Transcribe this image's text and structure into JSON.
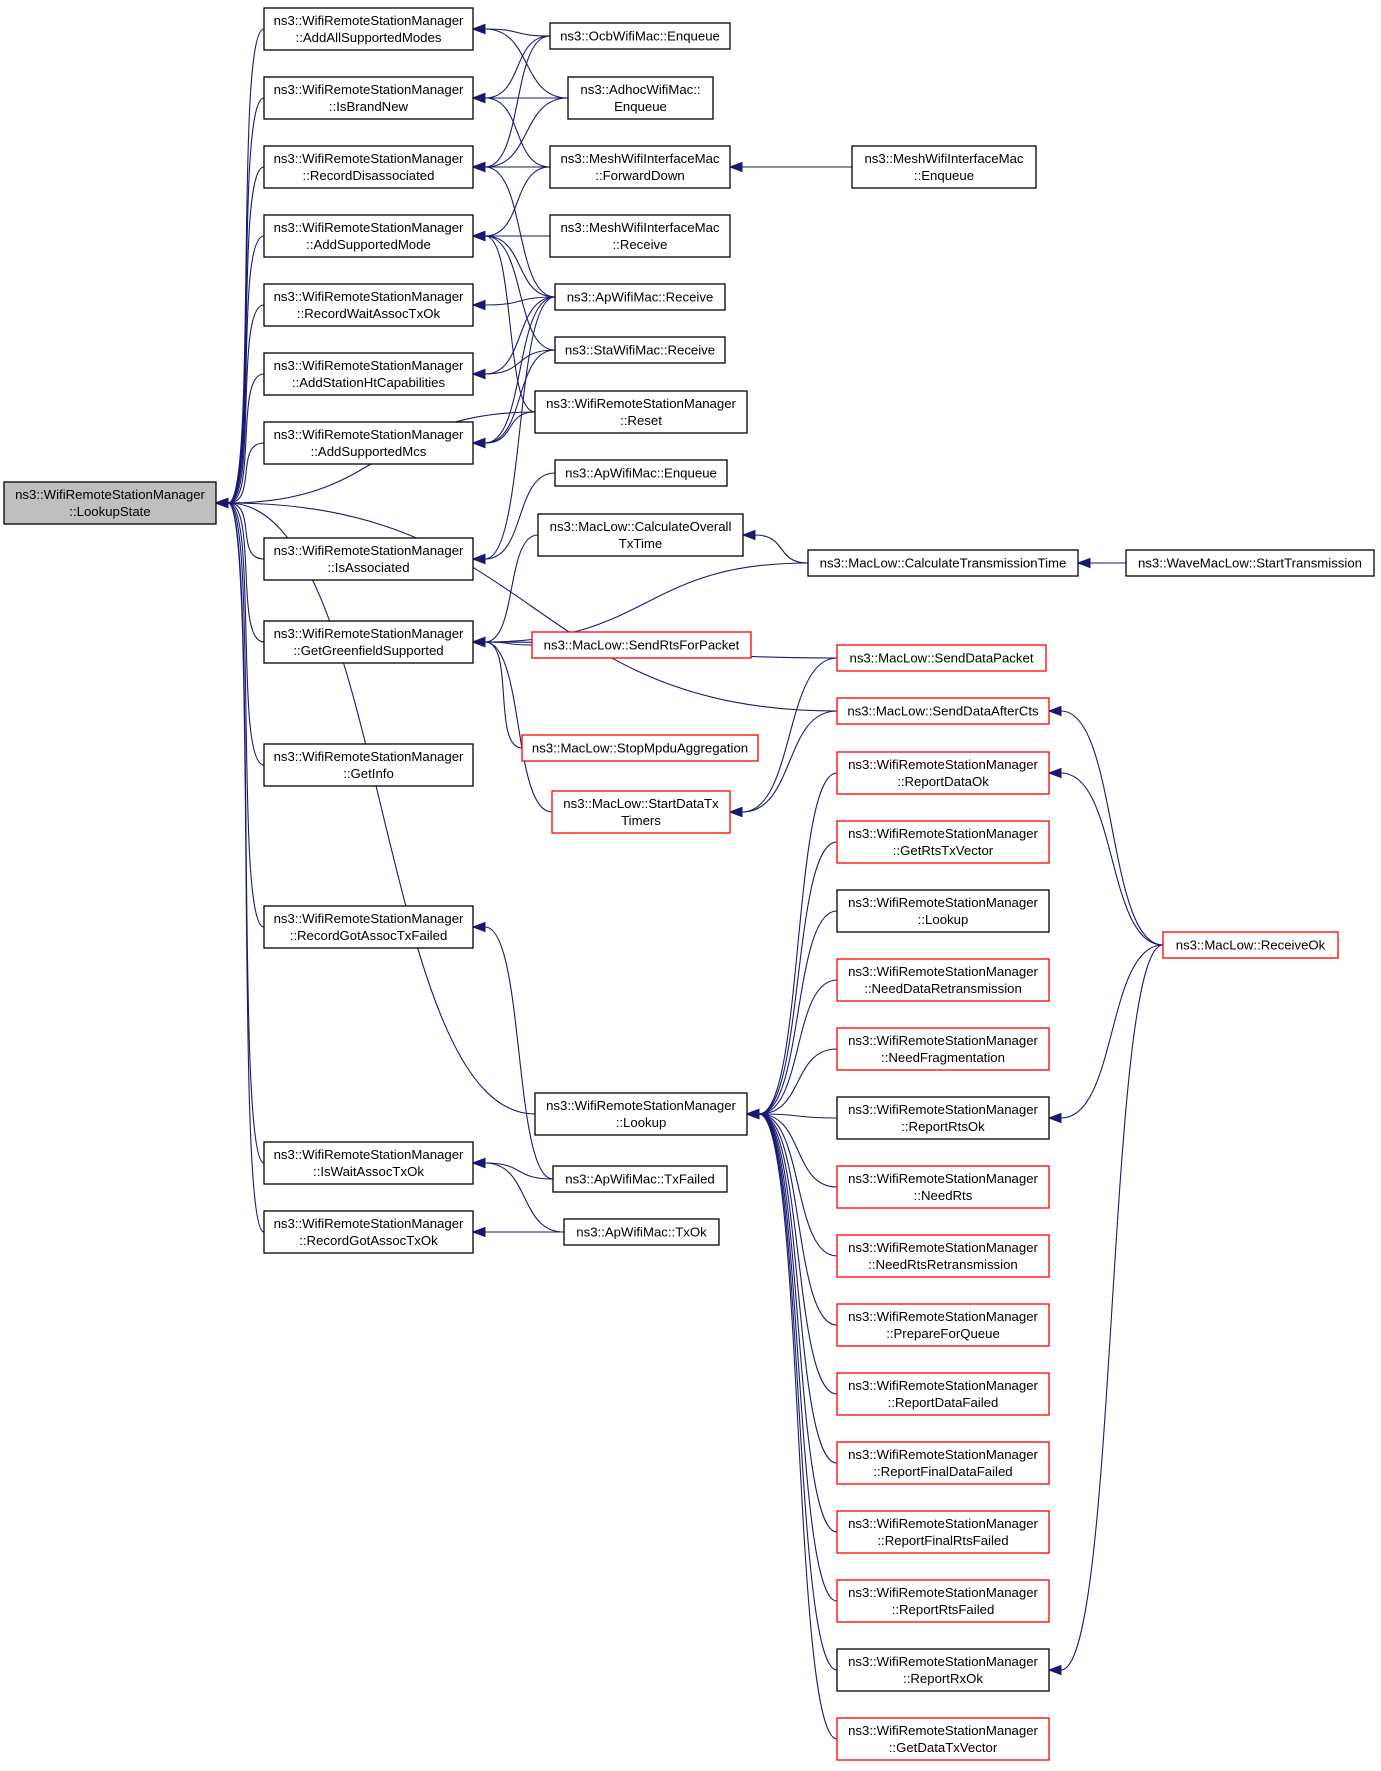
{
  "colors": {
    "edge": "#191970",
    "node_border_default": "#000000",
    "node_border_truncated": "#ff0000",
    "node_fill_root": "#bfbfbf",
    "node_fill": "#ffffff"
  },
  "nodes": [
    {
      "id": "root",
      "lines": [
        "ns3::WifiRemoteStationManager",
        "::LookupState"
      ],
      "root": true
    },
    {
      "id": "addAll",
      "lines": [
        "ns3::WifiRemoteStationManager",
        "::AddAllSupportedModes"
      ]
    },
    {
      "id": "isBrandNew",
      "lines": [
        "ns3::WifiRemoteStationManager",
        "::IsBrandNew"
      ]
    },
    {
      "id": "recDisassoc",
      "lines": [
        "ns3::WifiRemoteStationManager",
        "::RecordDisassociated"
      ]
    },
    {
      "id": "addMode",
      "lines": [
        "ns3::WifiRemoteStationManager",
        "::AddSupportedMode"
      ]
    },
    {
      "id": "recWait",
      "lines": [
        "ns3::WifiRemoteStationManager",
        "::RecordWaitAssocTxOk"
      ]
    },
    {
      "id": "addHt",
      "lines": [
        "ns3::WifiRemoteStationManager",
        "::AddStationHtCapabilities"
      ]
    },
    {
      "id": "addMcs",
      "lines": [
        "ns3::WifiRemoteStationManager",
        "::AddSupportedMcs"
      ]
    },
    {
      "id": "isAssoc",
      "lines": [
        "ns3::WifiRemoteStationManager",
        "::IsAssociated"
      ]
    },
    {
      "id": "getGreen",
      "lines": [
        "ns3::WifiRemoteStationManager",
        "::GetGreenfieldSupported"
      ]
    },
    {
      "id": "getInfo",
      "lines": [
        "ns3::WifiRemoteStationManager",
        "::GetInfo"
      ]
    },
    {
      "id": "recGotFailed",
      "lines": [
        "ns3::WifiRemoteStationManager",
        "::RecordGotAssocTxFailed"
      ]
    },
    {
      "id": "isWait",
      "lines": [
        "ns3::WifiRemoteStationManager",
        "::IsWaitAssocTxOk"
      ]
    },
    {
      "id": "recGotOk",
      "lines": [
        "ns3::WifiRemoteStationManager",
        "::RecordGotAssocTxOk"
      ]
    },
    {
      "id": "ocbEnq",
      "lines": [
        "ns3::OcbWifiMac::Enqueue"
      ]
    },
    {
      "id": "adhocEnq",
      "lines": [
        "ns3::AdhocWifiMac::",
        "Enqueue"
      ]
    },
    {
      "id": "meshFwd",
      "lines": [
        "ns3::MeshWifiInterfaceMac",
        "::ForwardDown"
      ]
    },
    {
      "id": "meshRecv",
      "lines": [
        "ns3::MeshWifiInterfaceMac",
        "::Receive"
      ]
    },
    {
      "id": "apRecv",
      "lines": [
        "ns3::ApWifiMac::Receive"
      ]
    },
    {
      "id": "staRecv",
      "lines": [
        "ns3::StaWifiMac::Receive"
      ]
    },
    {
      "id": "reset",
      "lines": [
        "ns3::WifiRemoteStationManager",
        "::Reset"
      ]
    },
    {
      "id": "apEnq",
      "lines": [
        "ns3::ApWifiMac::Enqueue"
      ]
    },
    {
      "id": "calcOverall",
      "lines": [
        "ns3::MacLow::CalculateOverall",
        "TxTime"
      ]
    },
    {
      "id": "sendRts",
      "lines": [
        "ns3::MacLow::SendRtsForPacket"
      ],
      "truncated": true
    },
    {
      "id": "stopMpdu",
      "lines": [
        "ns3::MacLow::StopMpduAggregation"
      ],
      "truncated": true
    },
    {
      "id": "startTimers",
      "lines": [
        "ns3::MacLow::StartDataTx",
        "Timers"
      ],
      "truncated": true
    },
    {
      "id": "lookup",
      "lines": [
        "ns3::WifiRemoteStationManager",
        "::Lookup"
      ]
    },
    {
      "id": "apTxFailed",
      "lines": [
        "ns3::ApWifiMac::TxFailed"
      ]
    },
    {
      "id": "apTxOk",
      "lines": [
        "ns3::ApWifiMac::TxOk"
      ]
    },
    {
      "id": "meshEnq",
      "lines": [
        "ns3::MeshWifiInterfaceMac",
        "::Enqueue"
      ]
    },
    {
      "id": "calcTrans",
      "lines": [
        "ns3::MacLow::CalculateTransmissionTime"
      ]
    },
    {
      "id": "sendData",
      "lines": [
        "ns3::MacLow::SendDataPacket"
      ],
      "truncated": true
    },
    {
      "id": "sendAfterCts",
      "lines": [
        "ns3::MacLow::SendDataAfterCts"
      ],
      "truncated": true
    },
    {
      "id": "repDataOk",
      "lines": [
        "ns3::WifiRemoteStationManager",
        "::ReportDataOk"
      ],
      "truncated": true
    },
    {
      "id": "getRtsTx",
      "lines": [
        "ns3::WifiRemoteStationManager",
        "::GetRtsTxVector"
      ],
      "truncated": true
    },
    {
      "id": "lookup2",
      "lines": [
        "ns3::WifiRemoteStationManager",
        "::Lookup"
      ]
    },
    {
      "id": "needDataRetx",
      "lines": [
        "ns3::WifiRemoteStationManager",
        "::NeedDataRetransmission"
      ],
      "truncated": true
    },
    {
      "id": "needFrag",
      "lines": [
        "ns3::WifiRemoteStationManager",
        "::NeedFragmentation"
      ],
      "truncated": true
    },
    {
      "id": "repRtsOk",
      "lines": [
        "ns3::WifiRemoteStationManager",
        "::ReportRtsOk"
      ]
    },
    {
      "id": "needRts",
      "lines": [
        "ns3::WifiRemoteStationManager",
        "::NeedRts"
      ],
      "truncated": true
    },
    {
      "id": "needRtsRetx",
      "lines": [
        "ns3::WifiRemoteStationManager",
        "::NeedRtsRetransmission"
      ],
      "truncated": true
    },
    {
      "id": "prepQueue",
      "lines": [
        "ns3::WifiRemoteStationManager",
        "::PrepareForQueue"
      ],
      "truncated": true
    },
    {
      "id": "repDataFailed",
      "lines": [
        "ns3::WifiRemoteStationManager",
        "::ReportDataFailed"
      ],
      "truncated": true
    },
    {
      "id": "repFinalData",
      "lines": [
        "ns3::WifiRemoteStationManager",
        "::ReportFinalDataFailed"
      ],
      "truncated": true
    },
    {
      "id": "repFinalRts",
      "lines": [
        "ns3::WifiRemoteStationManager",
        "::ReportFinalRtsFailed"
      ],
      "truncated": true
    },
    {
      "id": "repRtsFailed",
      "lines": [
        "ns3::WifiRemoteStationManager",
        "::ReportRtsFailed"
      ],
      "truncated": true
    },
    {
      "id": "repRxOk",
      "lines": [
        "ns3::WifiRemoteStationManager",
        "::ReportRxOk"
      ]
    },
    {
      "id": "getDataTx",
      "lines": [
        "ns3::WifiRemoteStationManager",
        "::GetDataTxVector"
      ],
      "truncated": true
    },
    {
      "id": "waveStart",
      "lines": [
        "ns3::WaveMacLow::StartTransmission"
      ]
    },
    {
      "id": "recvOk",
      "lines": [
        "ns3::MacLow::ReceiveOk"
      ],
      "truncated": true
    }
  ],
  "edges": [
    [
      "addAll",
      "root"
    ],
    [
      "isBrandNew",
      "root"
    ],
    [
      "recDisassoc",
      "root"
    ],
    [
      "addMode",
      "root"
    ],
    [
      "recWait",
      "root"
    ],
    [
      "addHt",
      "root"
    ],
    [
      "addMcs",
      "root"
    ],
    [
      "isAssoc",
      "root"
    ],
    [
      "getGreen",
      "root"
    ],
    [
      "getInfo",
      "root"
    ],
    [
      "recGotFailed",
      "root"
    ],
    [
      "isWait",
      "root"
    ],
    [
      "recGotOk",
      "root"
    ],
    [
      "reset",
      "root"
    ],
    [
      "lookup",
      "root"
    ],
    [
      "sendAfterCts",
      "root"
    ],
    [
      "ocbEnq",
      "addAll"
    ],
    [
      "adhocEnq",
      "addAll"
    ],
    [
      "ocbEnq",
      "isBrandNew"
    ],
    [
      "adhocEnq",
      "isBrandNew"
    ],
    [
      "meshFwd",
      "isBrandNew"
    ],
    [
      "ocbEnq",
      "recDisassoc"
    ],
    [
      "adhocEnq",
      "recDisassoc"
    ],
    [
      "meshFwd",
      "recDisassoc"
    ],
    [
      "apRecv",
      "recDisassoc"
    ],
    [
      "meshFwd",
      "addMode"
    ],
    [
      "meshRecv",
      "addMode"
    ],
    [
      "apRecv",
      "addMode"
    ],
    [
      "staRecv",
      "addMode"
    ],
    [
      "reset",
      "addMode"
    ],
    [
      "apRecv",
      "recWait"
    ],
    [
      "apRecv",
      "addHt"
    ],
    [
      "staRecv",
      "addHt"
    ],
    [
      "apRecv",
      "addMcs"
    ],
    [
      "staRecv",
      "addMcs"
    ],
    [
      "reset",
      "addMcs"
    ],
    [
      "apRecv",
      "isAssoc"
    ],
    [
      "apEnq",
      "isAssoc"
    ],
    [
      "calcOverall",
      "getGreen"
    ],
    [
      "calcTrans",
      "getGreen"
    ],
    [
      "sendRts",
      "getGreen"
    ],
    [
      "sendData",
      "getGreen"
    ],
    [
      "stopMpdu",
      "getGreen"
    ],
    [
      "startTimers",
      "getGreen"
    ],
    [
      "apTxFailed",
      "recGotFailed"
    ],
    [
      "apTxFailed",
      "isWait"
    ],
    [
      "apTxOk",
      "isWait"
    ],
    [
      "apTxOk",
      "recGotOk"
    ],
    [
      "meshEnq",
      "meshFwd"
    ],
    [
      "calcTrans",
      "calcOverall"
    ],
    [
      "waveStart",
      "calcTrans"
    ],
    [
      "sendData",
      "startTimers"
    ],
    [
      "sendAfterCts",
      "startTimers"
    ],
    [
      "repDataOk",
      "lookup"
    ],
    [
      "getRtsTx",
      "lookup"
    ],
    [
      "lookup2",
      "lookup"
    ],
    [
      "needDataRetx",
      "lookup"
    ],
    [
      "needFrag",
      "lookup"
    ],
    [
      "repRtsOk",
      "lookup"
    ],
    [
      "needRts",
      "lookup"
    ],
    [
      "needRtsRetx",
      "lookup"
    ],
    [
      "prepQueue",
      "lookup"
    ],
    [
      "repDataFailed",
      "lookup"
    ],
    [
      "repFinalData",
      "lookup"
    ],
    [
      "repFinalRts",
      "lookup"
    ],
    [
      "repRtsFailed",
      "lookup"
    ],
    [
      "repRxOk",
      "lookup"
    ],
    [
      "getDataTx",
      "lookup"
    ],
    [
      "recvOk",
      "sendAfterCts"
    ],
    [
      "recvOk",
      "repDataOk"
    ],
    [
      "recvOk",
      "repRtsOk"
    ],
    [
      "recvOk",
      "repRxOk"
    ]
  ]
}
